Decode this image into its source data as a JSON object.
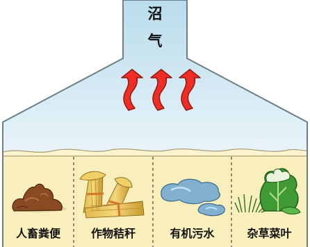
{
  "title": {
    "char_1": "沼",
    "char_2": "气"
  },
  "sources": [
    {
      "label": "人畜粪便",
      "icon": "manure-icon"
    },
    {
      "label": "作物秸秆",
      "icon": "straw-bundle-icon"
    },
    {
      "label": "有机污水",
      "icon": "sewage-puddle-icon"
    },
    {
      "label": "杂草菜叶",
      "icon": "weeds-leaves-icon"
    }
  ],
  "colors": {
    "gas_fill": "#c9e3ef",
    "gas_fill_light": "#e6f2f8",
    "outline": "#6c7f89",
    "substrate": "#f8efbc",
    "arrow_fill": "#ee2d24",
    "arrow_outline": "#8f1a14"
  }
}
